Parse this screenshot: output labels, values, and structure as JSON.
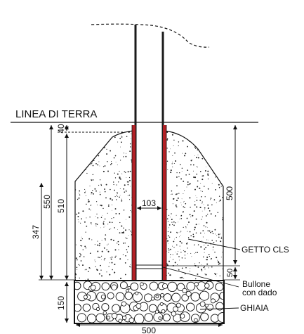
{
  "labels": {
    "ground_line": "LINEA DI TERRA",
    "concrete": "GETTO CLS",
    "bolt_line1": "Bullone",
    "bolt_line2": "con dado",
    "gravel": "GHIAIA"
  },
  "dimensions": {
    "top_offset": "40",
    "total_depth": "550",
    "concrete_depth": "510",
    "inner_depth": "347",
    "gravel_height": "150",
    "pole_width": "103",
    "block_height": "500",
    "bottom_gap": "50",
    "base_width": "500"
  },
  "colors": {
    "pole_outline": "#1a1a1a",
    "pole_liner": "#b32025",
    "line": "#111111"
  }
}
